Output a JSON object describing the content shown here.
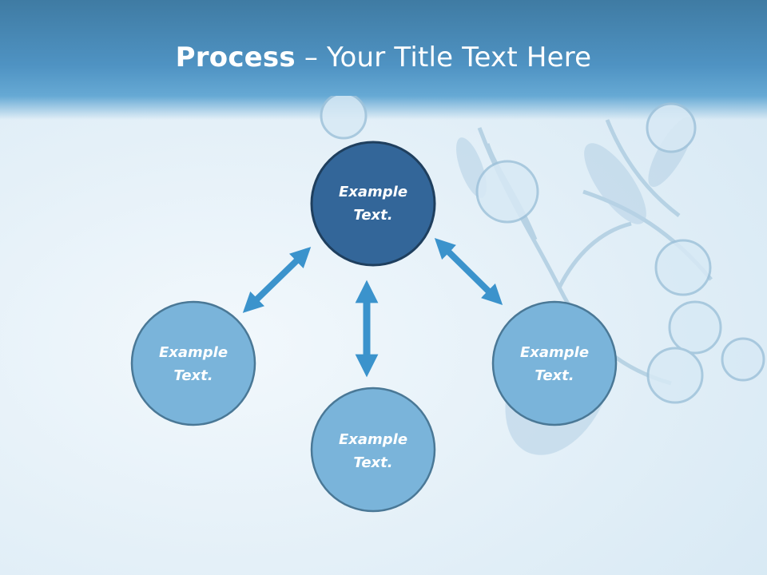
{
  "title": {
    "bold": "Process",
    "dash": " – ",
    "rest": "Your Title Text Here"
  },
  "nodes": [
    {
      "role": "center",
      "line1": "Example",
      "line2": "Text.",
      "fill": "#336699",
      "stroke": "#1f3f5e"
    },
    {
      "role": "left",
      "line1": "Example",
      "line2": "Text.",
      "fill": "#7ab4da",
      "stroke": "#4a7896"
    },
    {
      "role": "bottom",
      "line1": "Example",
      "line2": "Text.",
      "fill": "#7ab4da",
      "stroke": "#4a7896"
    },
    {
      "role": "right",
      "line1": "Example",
      "line2": "Text.",
      "fill": "#7ab4da",
      "stroke": "#4a7896"
    }
  ],
  "connector_color": "#3b93cc"
}
